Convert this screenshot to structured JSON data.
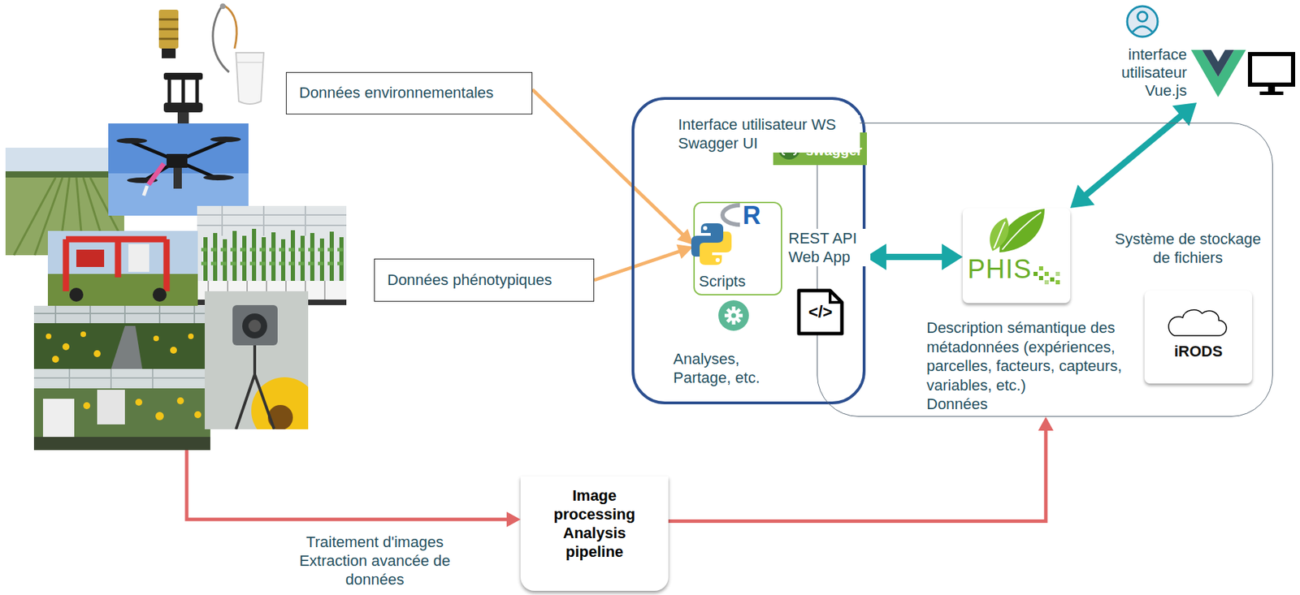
{
  "diagram": {
    "nodes": [
      {
        "text": [
          "Données environnementales"
        ]
      },
      {
        "text": [
          "Données phénotypiques"
        ]
      },
      {
        "text": [
          "Interface utilisateur WS Swagger UI",
          "REST API Web App",
          "Analyses, Partage, etc."
        ]
      },
      {
        "text": [
          "swagger"
        ],
        "in": 2
      },
      {
        "text": [
          "Scripts"
        ],
        "in": 2
      },
      {
        "text": [
          "interface utilisateur Vue.js"
        ]
      },
      {
        "text": [
          "Description sémantique des métadonnées (expériences, parcelles, facteurs, capteurs, variables, etc.)",
          "Données"
        ]
      },
      {
        "text": [
          "PHIS"
        ],
        "in": 6
      },
      {
        "text": [
          "Système de stockage de fichiers",
          "iRODS"
        ],
        "in": 6
      },
      {
        "text": [
          "Image processing Analysis pipeline"
        ]
      }
    ],
    "edges": [
      {
        "from": 0,
        "to": 4,
        "arrow": "to"
      },
      {
        "from": 1,
        "to": 4,
        "arrow": "to"
      },
      {
        "from": 2,
        "to": 7,
        "arrow": "both"
      },
      {
        "from": 7,
        "to": 5,
        "arrow": "both"
      },
      {
        "from": 9,
        "to": 6,
        "arrow": "to"
      }
    ],
    "labels": [
      "R",
      "</>",
      "Traitement d'images Extraction avancée de données"
    ]
  }
}
